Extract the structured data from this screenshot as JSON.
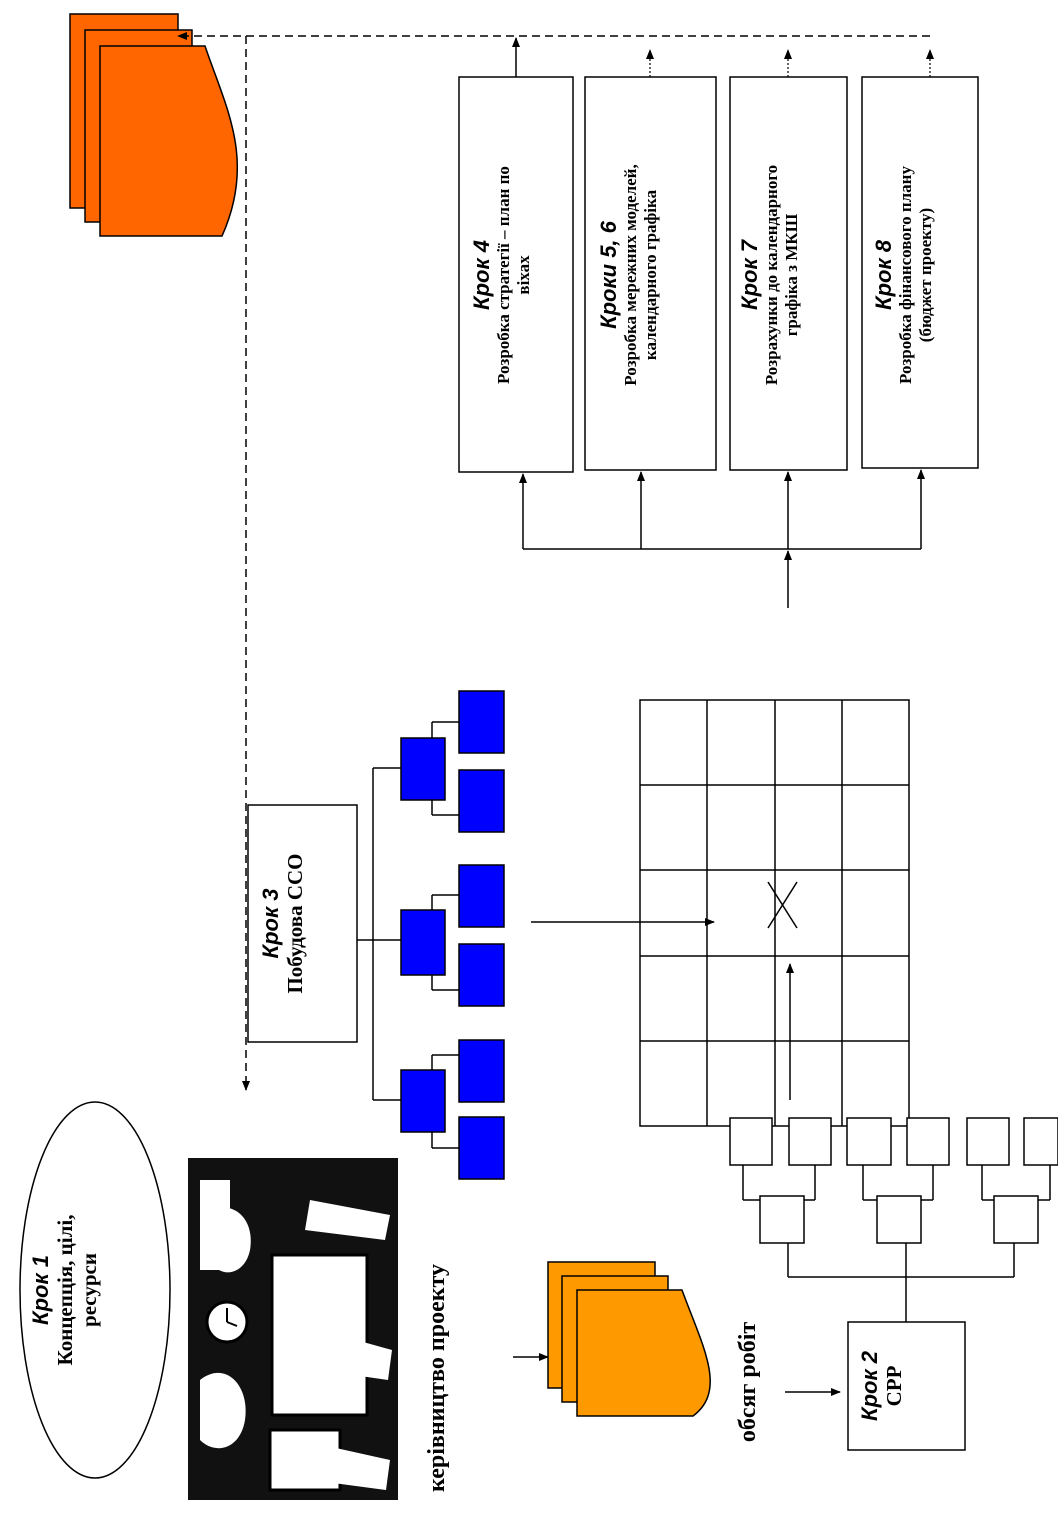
{
  "colors": {
    "stack_top": "#ff6600",
    "stack_bottom": "#ff9900",
    "wbs_box": "#0000ff",
    "line": "#000000"
  },
  "step1": {
    "title": "Крок 1",
    "line1": "Концепція, цілі,",
    "line2": "ресурси"
  },
  "label_management": "керівництво проекту",
  "label_scope": "обсяг робіт",
  "step2": {
    "title": "Крок 2",
    "text": "СРР"
  },
  "step3": {
    "title": "Крок 3",
    "text": "Побудова ССО"
  },
  "step4": {
    "title": "Крок 4",
    "line1": "Розробка стратегії – план по",
    "line2": "віхах"
  },
  "step56": {
    "title": "Кроки 5, 6",
    "line1": "Розробка мережних моделей,",
    "line2": "календарного графіка"
  },
  "step7": {
    "title": "Крок 7",
    "line1": "Розрахунки до календарного",
    "line2": "графіка з МКШ"
  },
  "step8": {
    "title": "Крок 8",
    "line1": "Розробка фінансового плану",
    "line2": "(бюджет проекту)"
  },
  "icons": {
    "document_stack": "document-stack-icon",
    "people": "meeting-people-icon"
  }
}
